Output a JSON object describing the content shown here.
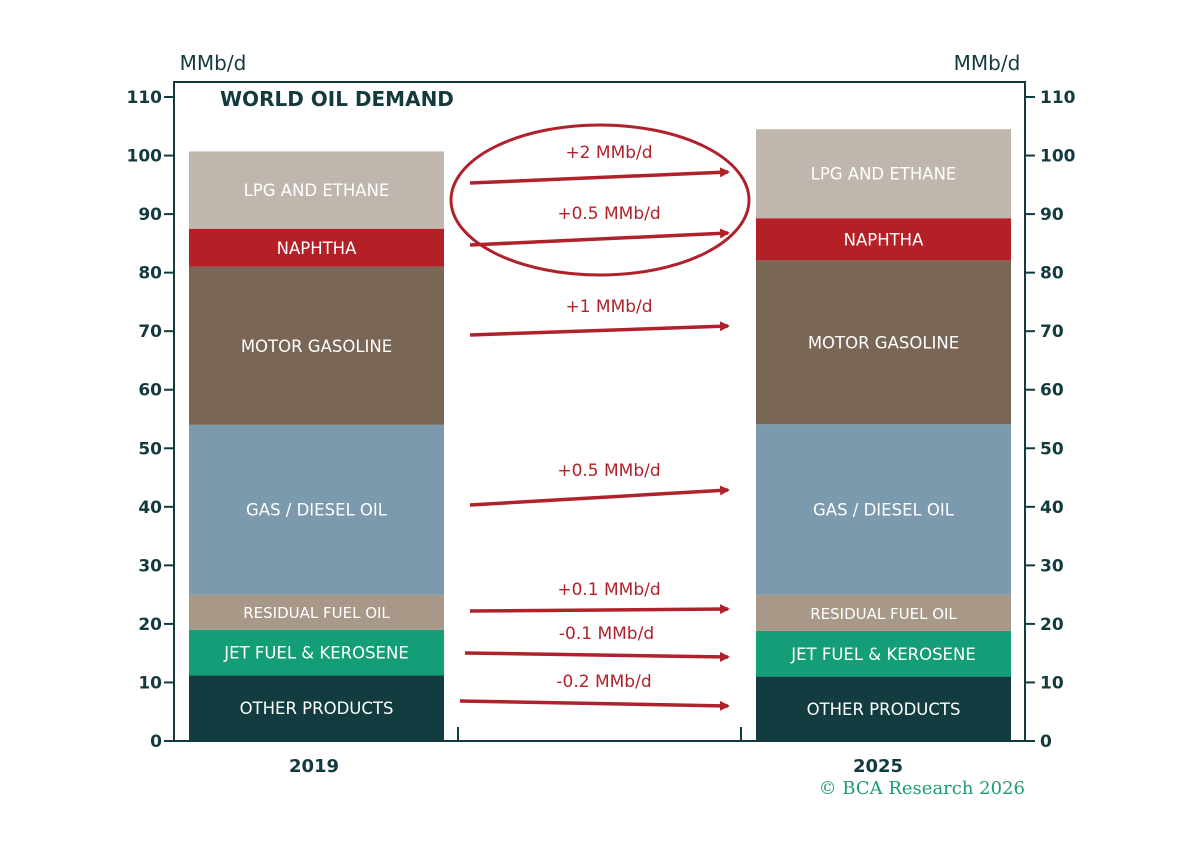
{
  "chart_data": {
    "type": "bar",
    "stacked": true,
    "title": "WORLD OIL DEMAND",
    "ylabel_left": "MMb/d",
    "ylabel_right": "MMb/d",
    "ylim": [
      0,
      110
    ],
    "yticks": [
      0,
      10,
      20,
      30,
      40,
      50,
      60,
      70,
      80,
      90,
      100,
      110
    ],
    "categories": [
      "2019",
      "2025"
    ],
    "series": [
      {
        "name": "OTHER PRODUCTS",
        "color": "#123c40",
        "values": [
          11.2,
          11.0
        ]
      },
      {
        "name": "JET FUEL & KEROSENE",
        "color": "#149e77",
        "values": [
          7.8,
          7.8
        ]
      },
      {
        "name": "RESIDUAL FUEL OIL",
        "color": "#a89888",
        "values": [
          6.0,
          6.2
        ]
      },
      {
        "name": "GAS / DIESEL OIL",
        "color": "#7b9aad",
        "values": [
          29.0,
          29.1
        ]
      },
      {
        "name": "MOTOR GASOLINE",
        "color": "#7a6654",
        "values": [
          27.0,
          28.0
        ]
      },
      {
        "name": "NAPHTHA",
        "color": "#b52027",
        "values": [
          6.5,
          7.2
        ]
      },
      {
        "name": "LPG AND ETHANE",
        "color": "#bfb7ad",
        "values": [
          13.2,
          15.2
        ]
      }
    ],
    "changes": [
      {
        "series": "LPG AND ETHANE",
        "label": "+2 MMb/d",
        "circled": true
      },
      {
        "series": "NAPHTHA",
        "label": "+0.5 MMb/d",
        "circled": true
      },
      {
        "series": "MOTOR GASOLINE",
        "label": "+1 MMb/d",
        "circled": false
      },
      {
        "series": "GAS / DIESEL OIL",
        "label": "+0.5 MMb/d",
        "circled": false
      },
      {
        "series": "RESIDUAL FUEL OIL",
        "label": "+0.1 MMb/d",
        "circled": false
      },
      {
        "series": "JET FUEL & KEROSENE",
        "label": "-0.1 MMb/d",
        "circled": false
      },
      {
        "series": "OTHER PRODUCTS",
        "label": "-0.2 MMb/d",
        "circled": false
      }
    ],
    "grid": false,
    "legend": "none"
  },
  "credit": "© BCA Research 2026",
  "colors": {
    "axis": "#133b3f",
    "arrow": "#b0222b",
    "credit": "#1f9b72"
  }
}
